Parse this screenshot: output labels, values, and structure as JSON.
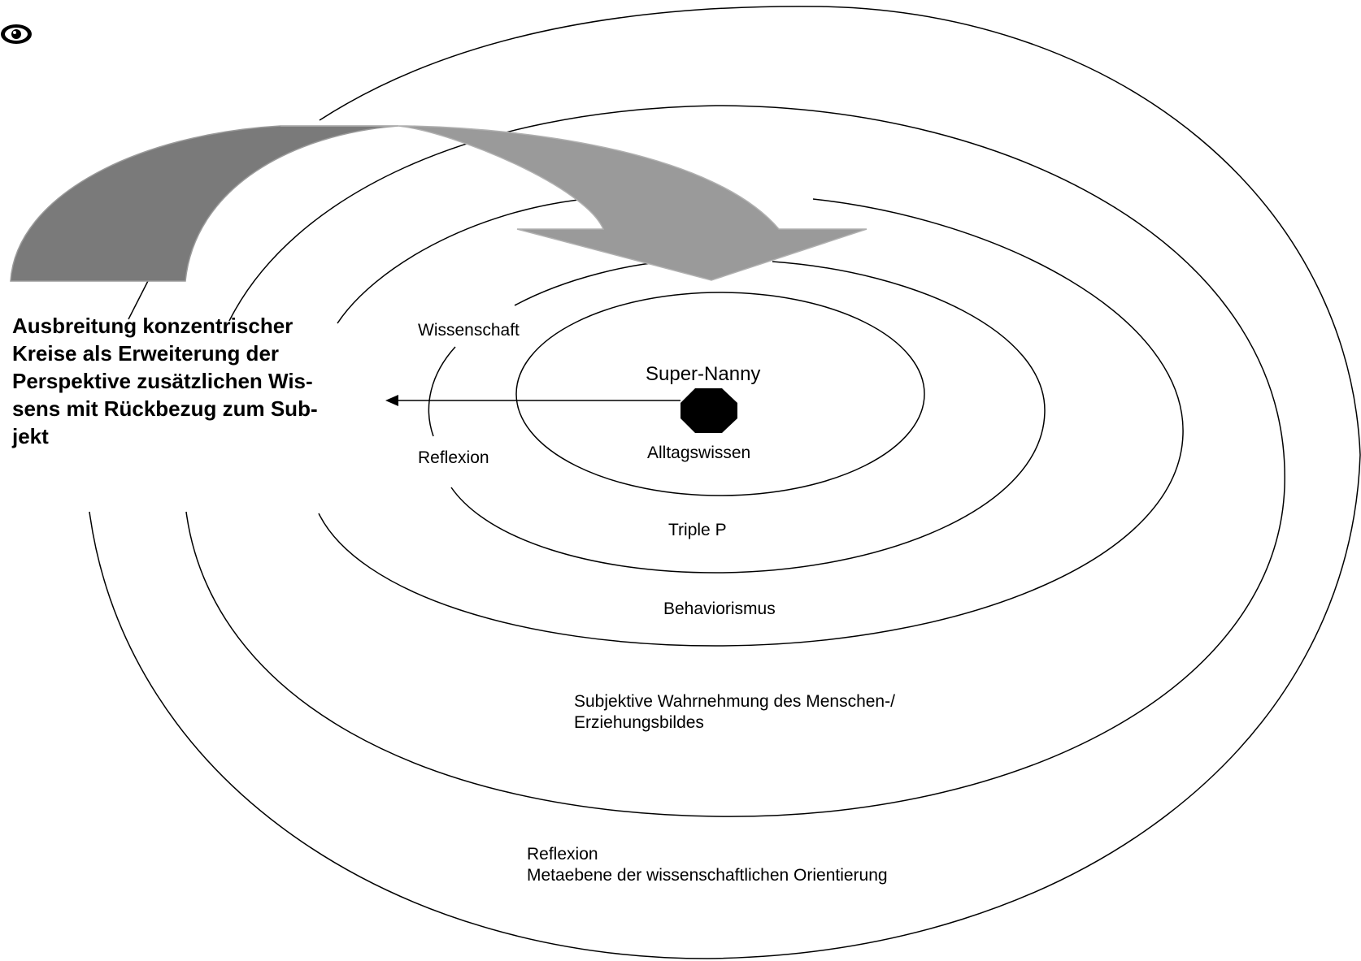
{
  "icons": {
    "top_left": "eye-icon"
  },
  "heading_lines": [
    "Ausbreitung konzentrischer",
    "Kreise als Erweiterung der",
    "Perspektive zusätzlichen Wis-",
    "sens mit Rückbezug zum Sub-",
    "jekt"
  ],
  "labels": {
    "super_nanny": "Super-Nanny",
    "alltagswissen": "Alltagswissen",
    "wissenschaft": "Wissenschaft",
    "reflexion_inner": "Reflexion",
    "triple_p": "Triple P",
    "behaviorismus": "Behaviorismus",
    "subjektive_line1": "Subjektive Wahrnehmung des Menschen-/",
    "subjektive_line2": "Erziehungsbildes",
    "reflexion_outer": "Reflexion",
    "metaebene": "Metaebene der wissenschaftlichen Orientierung"
  },
  "colors": {
    "arrow_dark": "#7a7a7a",
    "arrow_light": "#9a9a9a",
    "line": "#000000"
  }
}
